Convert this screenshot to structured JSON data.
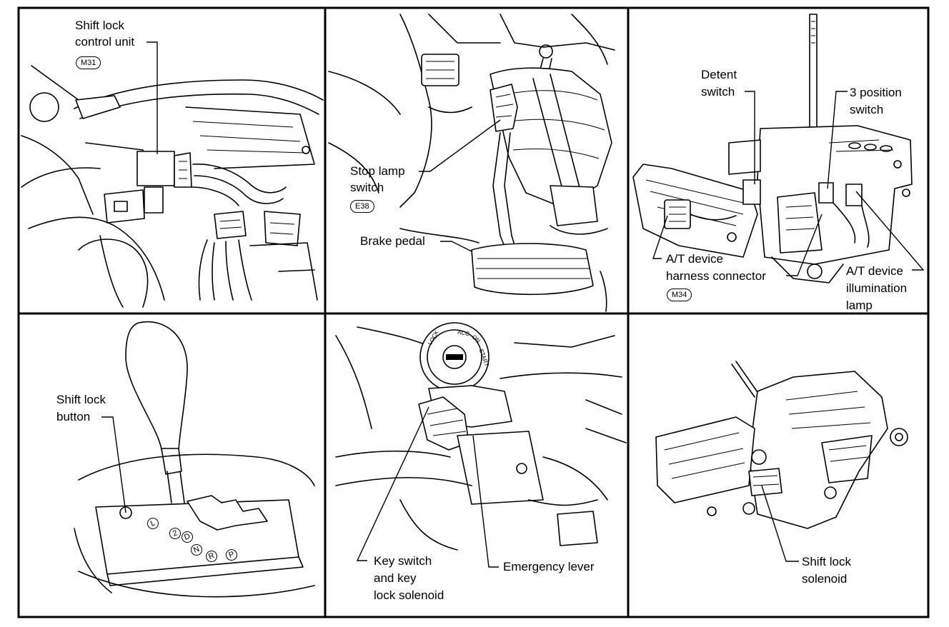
{
  "panels": [
    {
      "id": "shift-lock-control-unit",
      "labels": [
        {
          "lines": [
            "Shift lock",
            "control unit"
          ],
          "code": "M31"
        }
      ]
    },
    {
      "id": "stop-lamp-switch",
      "labels": [
        {
          "lines": [
            "Stop lamp",
            "switch"
          ],
          "code": "E38"
        },
        {
          "lines": [
            "Brake pedal"
          ]
        }
      ]
    },
    {
      "id": "at-device",
      "labels": [
        {
          "lines": [
            "Detent",
            "switch"
          ]
        },
        {
          "lines": [
            "3 position",
            "switch"
          ]
        },
        {
          "lines": [
            "A/T device",
            "harness connector"
          ],
          "code": "M34"
        },
        {
          "lines": [
            "A/T device",
            "illumination",
            "lamp"
          ]
        }
      ]
    },
    {
      "id": "shift-lock-button",
      "labels": [
        {
          "lines": [
            "Shift lock",
            "button"
          ]
        }
      ],
      "gate_letters": [
        "L",
        "2",
        "D",
        "N",
        "R",
        "P"
      ]
    },
    {
      "id": "key-switch",
      "labels": [
        {
          "lines": [
            "Key switch",
            "and key",
            "lock solenoid"
          ]
        },
        {
          "lines": [
            "Emergency lever"
          ]
        }
      ],
      "ignition_positions": [
        "LOCK",
        "ACC",
        "ON",
        "START"
      ]
    },
    {
      "id": "shift-lock-solenoid",
      "labels": [
        {
          "lines": [
            "Shift lock",
            "solenoid"
          ]
        }
      ]
    }
  ]
}
